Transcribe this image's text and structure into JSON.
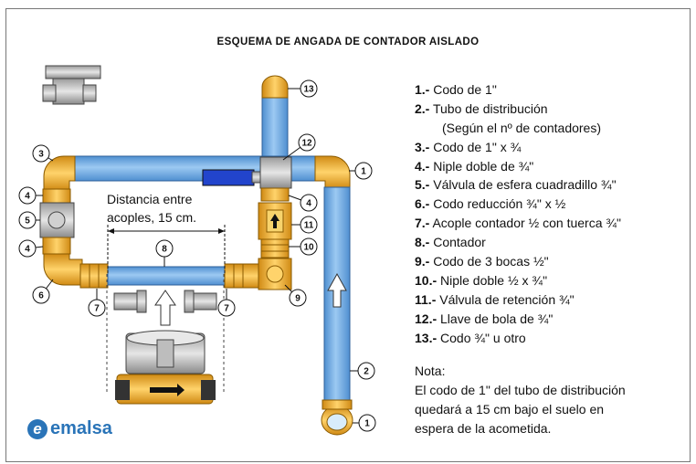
{
  "title": "ESQUEMA DE ANGADA DE CONTADOR AISLADO",
  "distance_label": {
    "line1": "Distancia entre",
    "line2": "acoples, 15 cm."
  },
  "legend": [
    {
      "num": "1.-",
      "text": "Codo de 1\""
    },
    {
      "num": "2.-",
      "text": "Tubo de distribución"
    },
    {
      "num": "",
      "text": "(Según el nº de contadores)"
    },
    {
      "num": "3.-",
      "text": "Codo de 1\" x ¾"
    },
    {
      "num": "4.-",
      "text": "Niple doble de ¾\""
    },
    {
      "num": "5.-",
      "text": "Válvula de esfera cuadradillo ¾\""
    },
    {
      "num": "6.-",
      "text": "Codo reducción ¾\" x ½"
    },
    {
      "num": "7.-",
      "text": "Acople contador ½ con tuerca ¾\""
    },
    {
      "num": "8.-",
      "text": "Contador"
    },
    {
      "num": "9.-",
      "text": "Codo de 3 bocas ½\""
    },
    {
      "num": "10.-",
      "text": "Niple doble ½ x ¾\""
    },
    {
      "num": "11.-",
      "text": "Válvula de retención ¾\""
    },
    {
      "num": "12.-",
      "text": "Llave de bola de ¾\""
    },
    {
      "num": "13.-",
      "text": "Codo ¾\" u otro"
    }
  ],
  "nota": {
    "title": "Nota:",
    "line1": "El codo de 1\" del tubo de distribución",
    "line2": "quedará a 15 cm bajo el suelo en",
    "line3": "espera de la acometida."
  },
  "callouts": [
    "1",
    "2",
    "3",
    "4",
    "5",
    "6",
    "7",
    "8",
    "9",
    "10",
    "11",
    "12",
    "13"
  ],
  "logo": {
    "mark": "e",
    "text": "emalsa"
  },
  "colors": {
    "pipe": "#7ab4e8",
    "brass": "#f2b13a",
    "valve_blue": "#2244cc",
    "logo": "#2a74b8"
  }
}
